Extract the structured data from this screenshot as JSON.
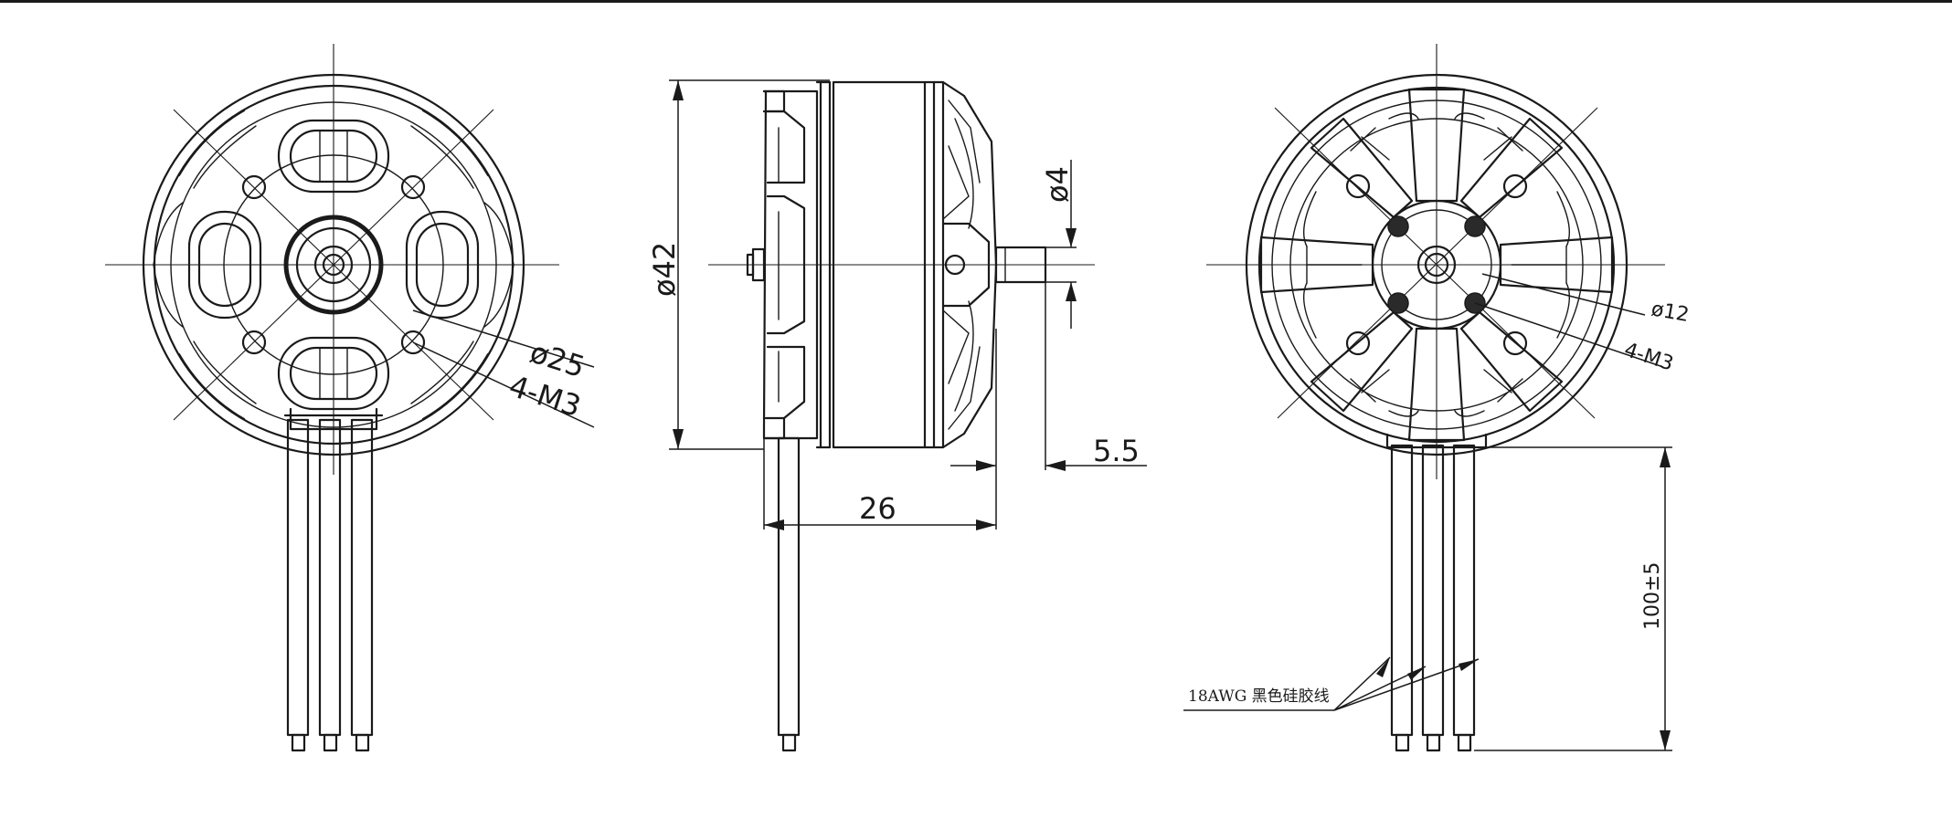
{
  "dimensions": {
    "front_inner_diameter": "ø25",
    "front_mount_holes": "4-M3",
    "body_diameter": "ø42",
    "shaft_diameter": "ø4",
    "body_length": "26",
    "shaft_protrusion": "5.5",
    "rear_pcd": "ø12",
    "rear_mount_holes": "4-M3",
    "lead_length": "100±5"
  },
  "wire_note": "18AWG 黑色硅胶线"
}
